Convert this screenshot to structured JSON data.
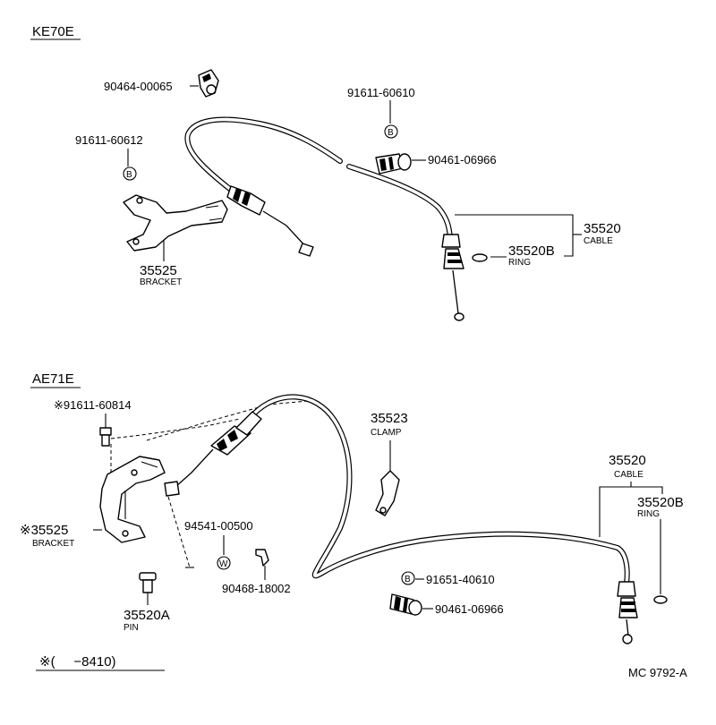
{
  "sections": {
    "top": "KE70E",
    "bottom": "AE71E"
  },
  "top_parts": {
    "p90464": "90464-00065",
    "p91611a": "91611-60610",
    "p91611b": "91611-60612",
    "p90461": "90461-06966",
    "p35525": "35525",
    "p35525_label": "BRACKET",
    "p35520": "35520",
    "p35520_label": "CABLE",
    "p35520b": "35520B",
    "p35520b_label": "RING"
  },
  "bottom_parts": {
    "p91611": "※91611-60814",
    "p35523": "35523",
    "p35523_label": "CLAMP",
    "p35520": "35520",
    "p35520_label": "CABLE",
    "p35520b": "35520B",
    "p35520b_label": "RING",
    "p35525": "※35525",
    "p35525_label": "BRACKET",
    "p94541": "94541-00500",
    "p90468": "90468-18002",
    "p91651": "91651-40610",
    "p90461": "90461-06966",
    "p35520a": "35520A",
    "p35520a_label": "PIN"
  },
  "symbols": {
    "b": "B",
    "w": "W"
  },
  "footnote": "※(     −8410)",
  "drawing_id": "MC 9792-A"
}
